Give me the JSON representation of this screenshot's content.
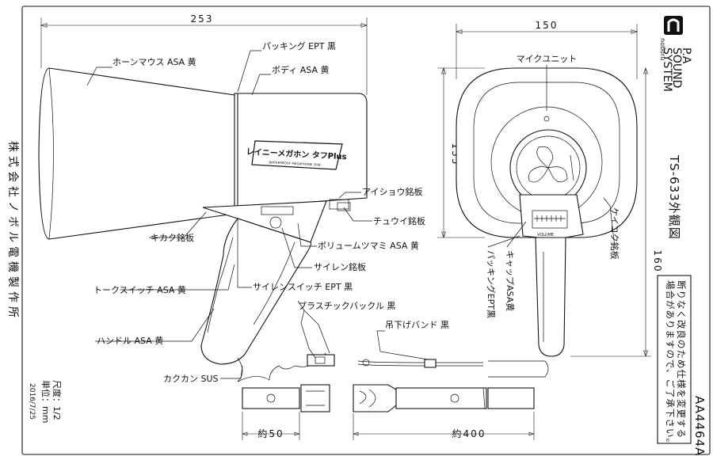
{
  "drawing": {
    "model_title": "TS-633外観図",
    "company": "株式会社ノボル電機製作所",
    "brand": [
      "P.A",
      "SOUND",
      "SYSTEM"
    ],
    "brand_mark": "noboru",
    "scale_label": "尺度：1/2",
    "unit_label": "単位：mm",
    "date": "2016/7/25",
    "drawing_number": "AA4464A",
    "notice": [
      "断りなく改良のため仕様を変更する",
      "場合がありますので、ご了承下さい。"
    ]
  },
  "dimensions": {
    "length": "253",
    "width": "150",
    "horn_height": "135",
    "total_height": "160",
    "buckle": "約50",
    "strap": "約400"
  },
  "labels": {
    "horn_mouth": "ホーンマウス ASA 黄",
    "packing": "パッキング EPT 黒",
    "body": "ボディ ASA 黄",
    "eye_plate": "アイショウ銘板",
    "caution_plate": "チュウイ銘板",
    "kikaku_plate": "キカク銘板",
    "volume": "ボリュームツマミ ASA 黄",
    "siren_plate": "サイレン銘板",
    "talk_switch": "トークスイッチ ASA 黄",
    "siren_switch": "サイレンスイッチ EPT 黒",
    "buckle": "プラスチックバックル 黒",
    "handle": "ハンドル ASA 黄",
    "strap": "吊下げバンド 黒",
    "kakukan": "カクカン SUS",
    "mic_unit": "マイクユニット",
    "packing_v": "パッキングEPT黒",
    "cap_v": "キャップASA黄",
    "keikoku_plate": "ケイコク銘板"
  },
  "product": {
    "logo": "レイニーメガホン タフPlus",
    "logo_sub": "WATERPROOF MEGAPHONE 30W",
    "volume_text": "VOLUME"
  }
}
